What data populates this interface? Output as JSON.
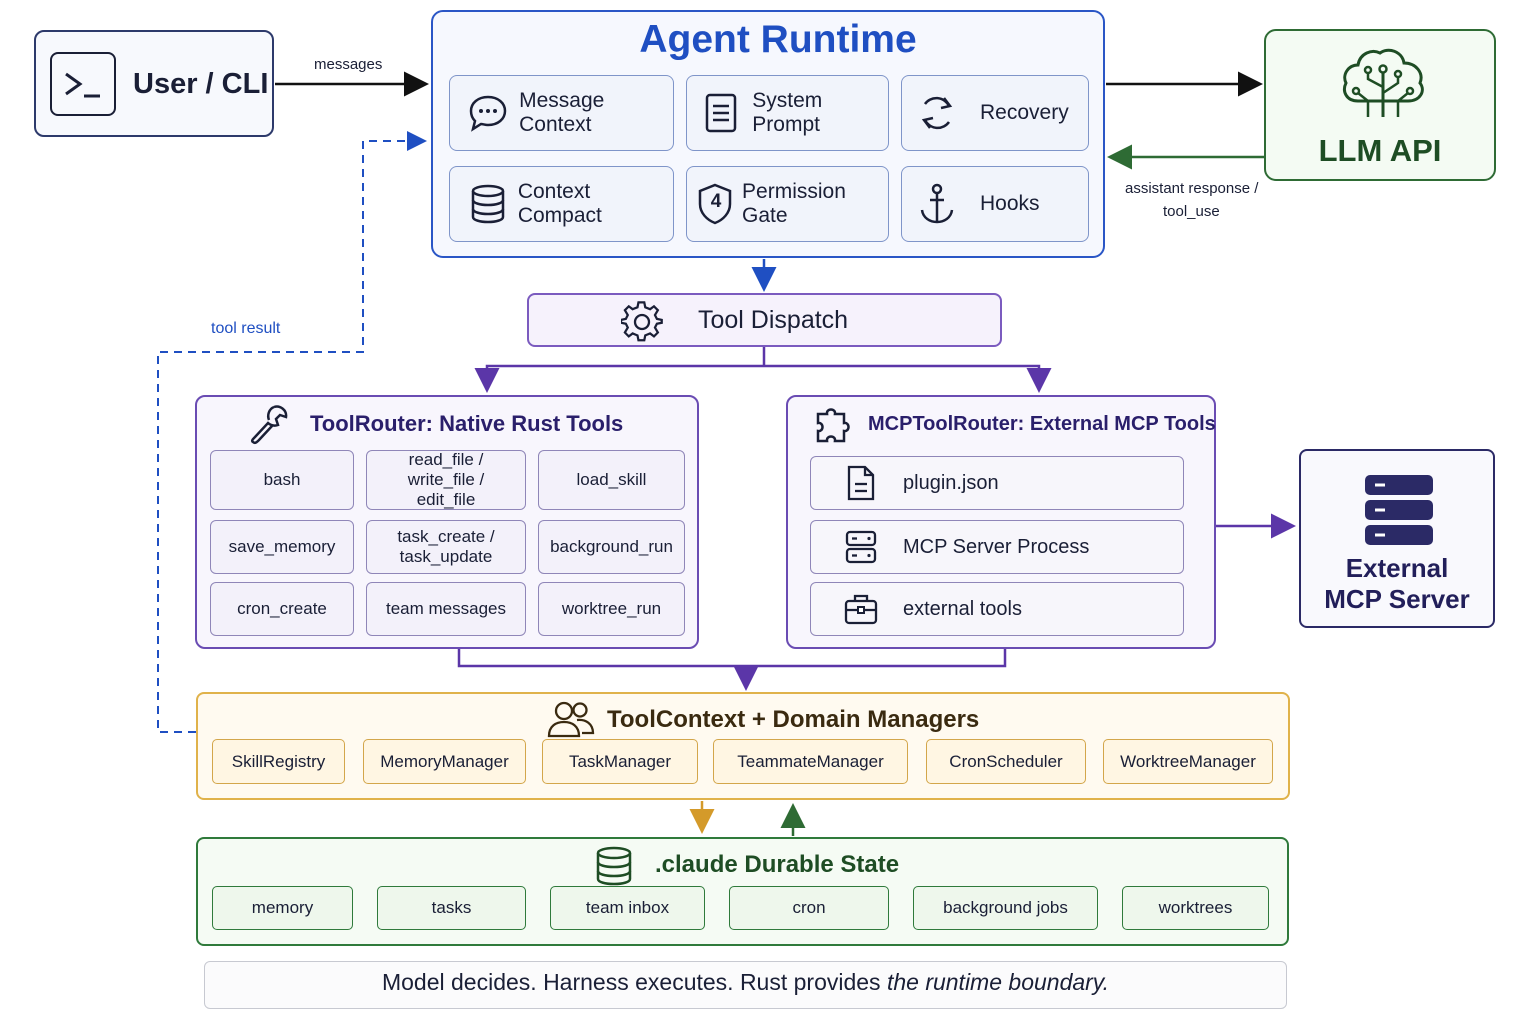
{
  "user_cli": {
    "label": "User / CLI",
    "icon": "terminal-icon"
  },
  "edges": {
    "messages": "messages",
    "tool_result": "tool result",
    "assistant_response": "assistant response /",
    "tool_use": "tool_use"
  },
  "runtime": {
    "title": "Agent Runtime",
    "cards": [
      {
        "label": "Message Context",
        "icon": "chat-bubble-icon"
      },
      {
        "label": "System Prompt",
        "icon": "document-icon"
      },
      {
        "label": "Recovery",
        "icon": "refresh-icon"
      },
      {
        "label": "Context Compact",
        "icon": "database-icon"
      },
      {
        "label": "Permission Gate",
        "icon": "shield-icon",
        "badge": "4"
      },
      {
        "label": "Hooks",
        "icon": "anchor-icon"
      }
    ]
  },
  "llm": {
    "label": "LLM API",
    "icon": "ai-tree-icon"
  },
  "dispatch": {
    "label": "Tool Dispatch",
    "icon": "gear-icon"
  },
  "native_router": {
    "title": "ToolRouter: Native Rust Tools",
    "icon": "wrench-icon",
    "tools": [
      "bash",
      "read_file /\nwrite_file /\nedit_file",
      "load_skill",
      "save_memory",
      "task_create /\ntask_update",
      "background_run",
      "cron_create",
      "team messages",
      "worktree_run"
    ]
  },
  "mcp_router": {
    "title": "MCPToolRouter: External MCP Tools",
    "icon": "puzzle-icon",
    "items": [
      {
        "label": "plugin.json",
        "icon": "file-icon"
      },
      {
        "label": "MCP Server Process",
        "icon": "server-icon"
      },
      {
        "label": "external tools",
        "icon": "toolbox-icon"
      }
    ]
  },
  "external_mcp": {
    "label_line1": "External",
    "label_line2": "MCP Server",
    "icon": "server-stack-icon"
  },
  "domain": {
    "title": "ToolContext + Domain Managers",
    "icon": "users-icon",
    "managers": [
      "SkillRegistry",
      "MemoryManager",
      "TaskManager",
      "TeammateManager",
      "CronScheduler",
      "WorktreeManager"
    ]
  },
  "state": {
    "title": ".claude Durable State",
    "icon": "database-icon",
    "items": [
      "memory",
      "tasks",
      "team inbox",
      "cron",
      "background jobs",
      "worktrees"
    ]
  },
  "footer": {
    "part1": "Model decides.  Harness executes.  Rust provides ",
    "part2": "the runtime boundary."
  },
  "colors": {
    "runtime": "#2a56c6",
    "llm": "#2e6b34",
    "router": "#6a4cb3",
    "domain": "#e0b24a",
    "state": "#2f7a3b"
  }
}
